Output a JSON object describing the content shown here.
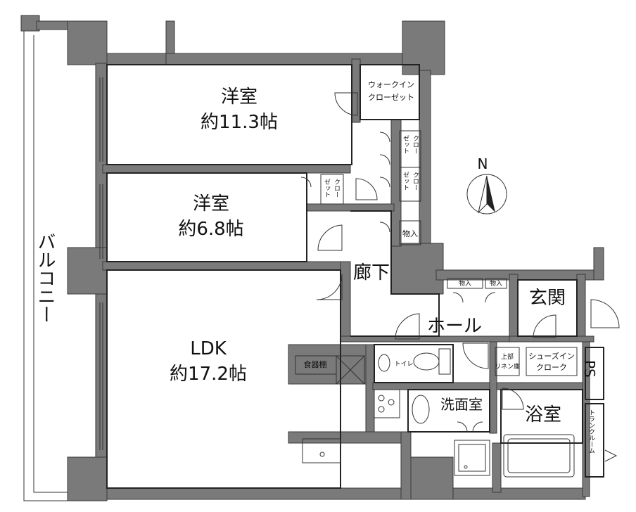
{
  "rooms": {
    "western1": {
      "name": "洋室",
      "size": "約11.3帖"
    },
    "western2": {
      "name": "洋室",
      "size": "約6.8帖"
    },
    "ldk": {
      "name": "LDK",
      "size": "約17.2帖"
    },
    "corridor": "廊下",
    "hall": "ホール",
    "entrance": "玄関",
    "washroom": "洗面室",
    "bathroom": "浴室",
    "balcony": "バルコニー"
  },
  "storage": {
    "walkin_line1": "ウォークイン",
    "walkin_line2": "クローゼット",
    "closet_a1": "クロー",
    "closet_a2": "ゼット",
    "closet_b1": "クロー",
    "closet_b2": "ゼット",
    "closet_c1": "クロー",
    "closet_c2": "ゼット",
    "storage1": "物入",
    "storage2": "物入",
    "storage3": "物入",
    "dish_cabinet": "食器棚",
    "toilet": "トイレ",
    "upper_linen1": "上部",
    "upper_linen2": "リネン庫",
    "shoes_line1": "シューズイン",
    "shoes_line2": "クローク",
    "ps": "PS",
    "trunk": "トランクルーム"
  },
  "compass": {
    "north": "N"
  },
  "colors": {
    "wall": "#7a7a7a",
    "line": "#222222",
    "background": "#ffffff"
  }
}
